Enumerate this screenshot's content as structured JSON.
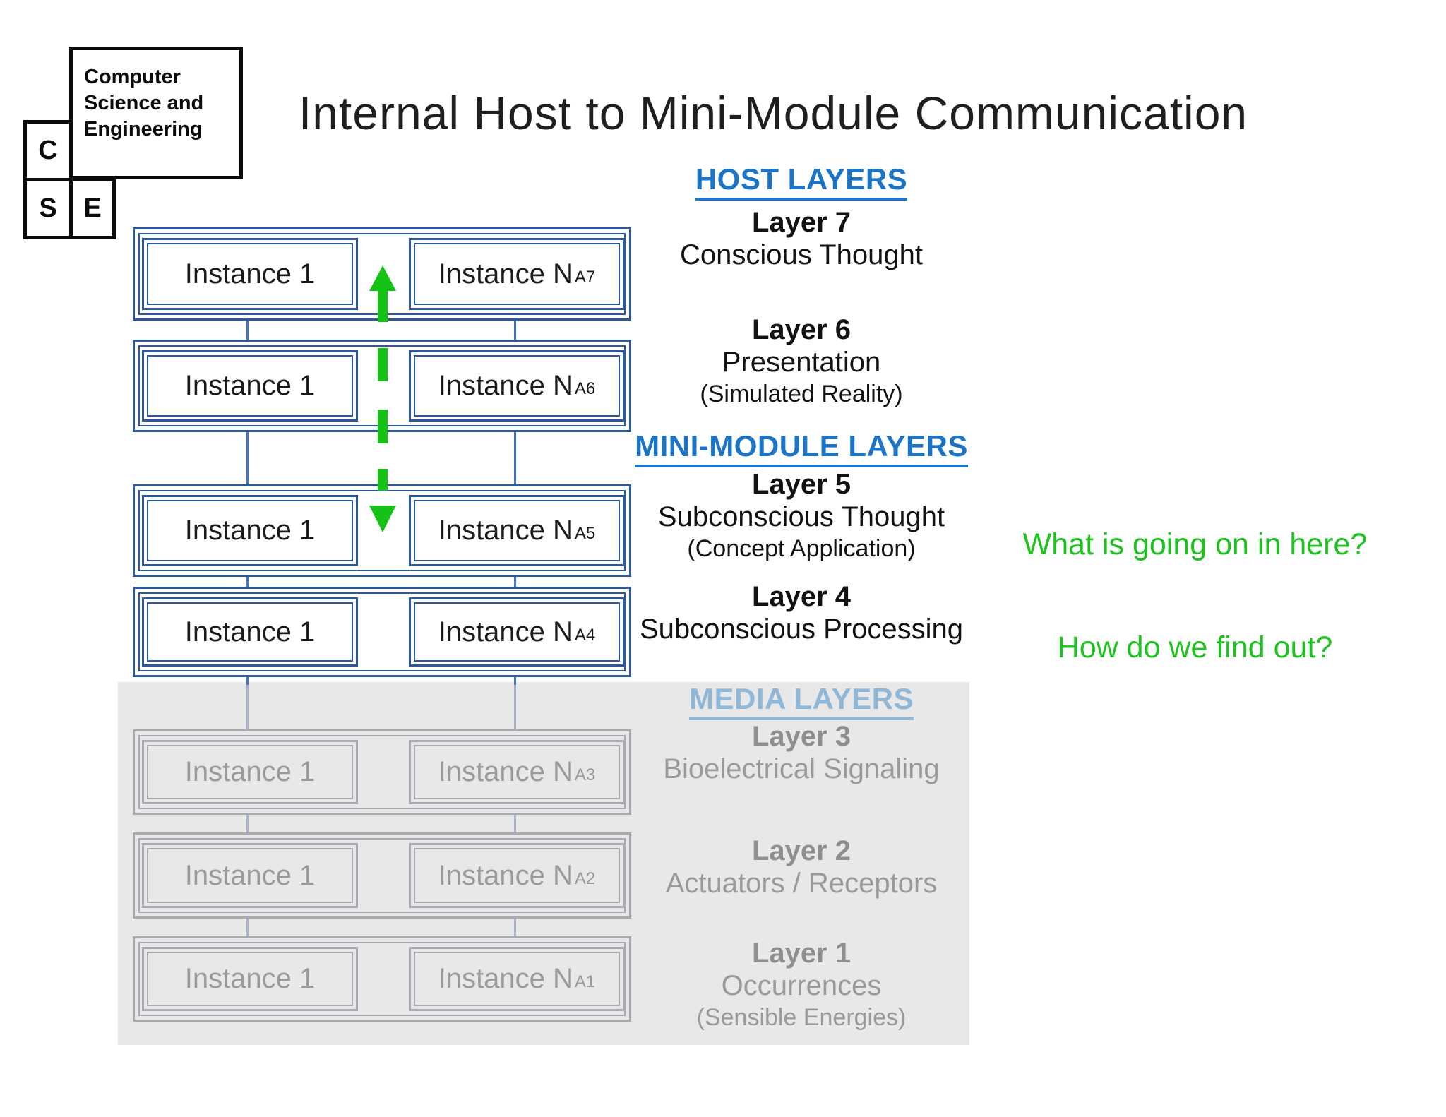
{
  "header": {
    "title": "Internal Host to Mini-Module Communication",
    "logo": {
      "line1": "Computer",
      "line2": "Science and",
      "line3": "Engineering",
      "letter_c": "C",
      "letter_s": "S",
      "letter_e": "E"
    }
  },
  "section_headings": {
    "host": "HOST LAYERS",
    "mini_module": "MINI-MODULE LAYERS",
    "media": "MEDIA LAYERS"
  },
  "layers": [
    {
      "name": "Layer 7",
      "desc": "Conscious Thought",
      "paren": "",
      "instance1": "Instance 1",
      "instanceN": "Instance N",
      "sub": "A7",
      "group": "host"
    },
    {
      "name": "Layer 6",
      "desc": "Presentation",
      "paren": "(Simulated Reality)",
      "instance1": "Instance 1",
      "instanceN": "Instance N",
      "sub": "A6",
      "group": "host"
    },
    {
      "name": "Layer 5",
      "desc": "Subconscious Thought",
      "paren": "(Concept Application)",
      "instance1": "Instance 1",
      "instanceN": "Instance N",
      "sub": "A5",
      "group": "mini-module"
    },
    {
      "name": "Layer 4",
      "desc": "Subconscious Processing",
      "paren": "",
      "instance1": "Instance 1",
      "instanceN": "Instance N",
      "sub": "A4",
      "group": "mini-module"
    },
    {
      "name": "Layer 3",
      "desc": "Bioelectrical Signaling",
      "paren": "",
      "instance1": "Instance 1",
      "instanceN": "Instance N",
      "sub": "A3",
      "group": "media"
    },
    {
      "name": "Layer 2",
      "desc": "Actuators / Receptors",
      "paren": "",
      "instance1": "Instance 1",
      "instanceN": "Instance N",
      "sub": "A2",
      "group": "media"
    },
    {
      "name": "Layer 1",
      "desc": "Occurrences",
      "paren": "(Sensible Energies)",
      "instance1": "Instance 1",
      "instanceN": "Instance N",
      "sub": "A1",
      "group": "media"
    }
  ],
  "questions": {
    "q1": "What is going on in here?",
    "q2": "How do we find out?"
  },
  "colors": {
    "box_border_blue": "#2E5A9B",
    "connector_blue": "#4472C4",
    "heading_blue": "#1B74C5",
    "media_heading_blue": "#8FB8D8",
    "arrow_green": "#16C216",
    "question_green": "#1EC21E",
    "media_panel_gray": "#E8E8E8",
    "media_text_gray": "#9A9A9A",
    "media_border_gray": "#A9A9B2"
  }
}
